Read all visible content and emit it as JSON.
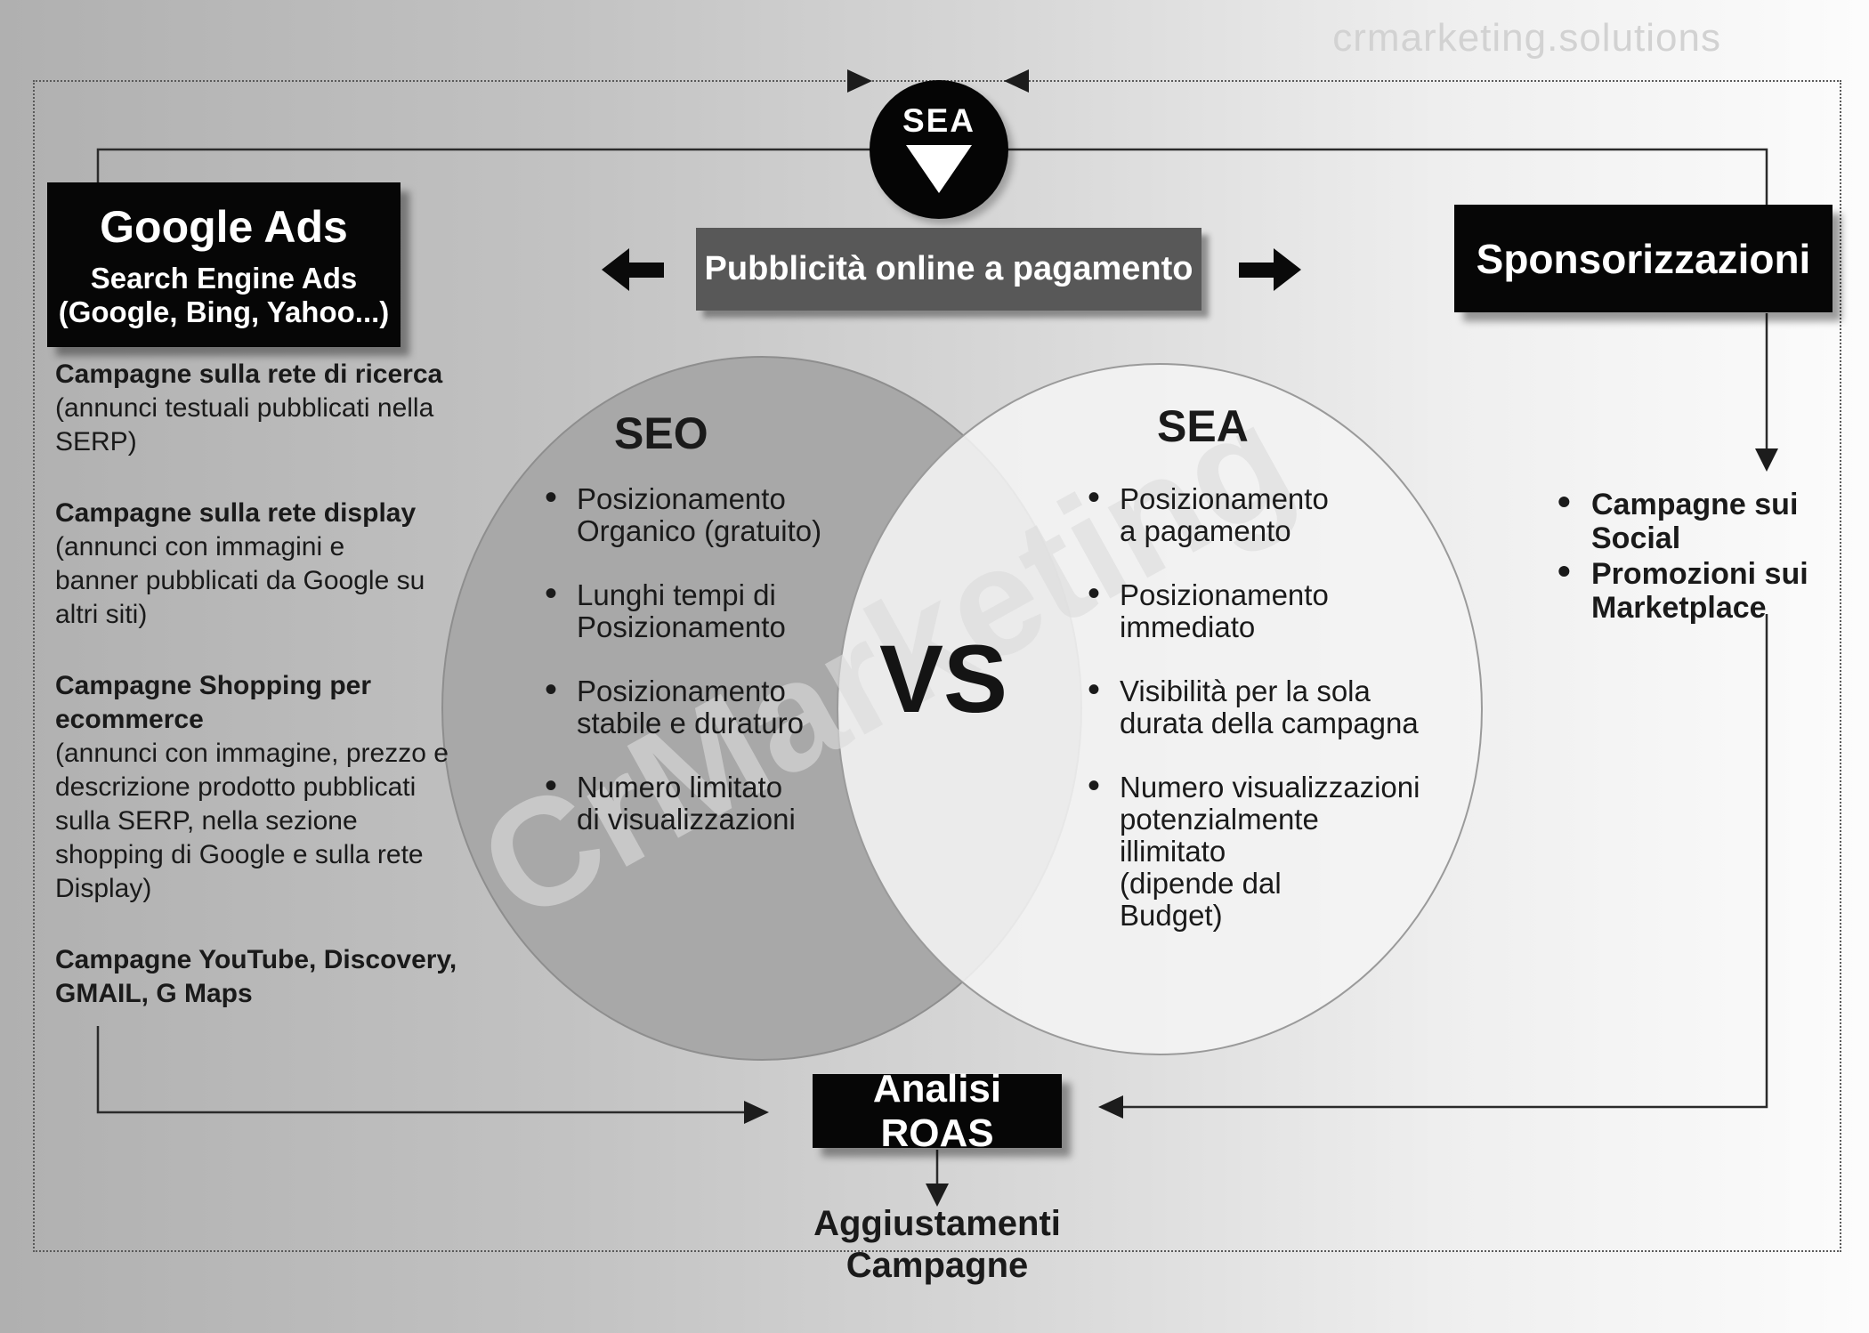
{
  "brand": {
    "watermark_diagonal": "CrMarketing",
    "watermark_site": "crmarketing.solutions"
  },
  "colors": {
    "box_black": "#060606",
    "box_dark_gray": "#585858",
    "circle_seo_fill": "#a8a8a8",
    "circle_sea_fill": "#f4f4f4",
    "background_left": "#b0b0b0",
    "background_right": "#fcfcfc",
    "watermark_gray": "#dbdbdb"
  },
  "top": {
    "sea_badge_label": "SEA",
    "paid_box_label": "Pubblicità online a pagamento"
  },
  "left_panel": {
    "title": "Google Ads",
    "subtitle_line1": "Search Engine Ads",
    "subtitle_line2": "(Google, Bing, Yahoo...)",
    "paragraphs": [
      {
        "bold": "Campagne sulla rete di ricerca",
        "normal": "(annunci testuali pubblicati nella\nSERP)"
      },
      {
        "bold": "Campagne sulla rete display",
        "normal": "(annunci con immagini e\nbanner pubblicati da Google su\naltri siti)"
      },
      {
        "bold": "Campagne Shopping per\necommerce",
        "normal": "(annunci con immagine, prezzo e\ndescrizione prodotto pubblicati\nsulla SERP, nella sezione\nshopping di Google e sulla rete\nDisplay)"
      },
      {
        "bold": "Campagne  YouTube, Discovery,\nGMAIL, G Maps",
        "normal": ""
      }
    ]
  },
  "right_panel": {
    "title": "Sponsorizzazioni",
    "bullets": [
      "Campagne sui Social",
      "Promozioni sui\nMarketplace"
    ]
  },
  "venn": {
    "vs_label": "VS",
    "seo": {
      "title": "SEO",
      "items": [
        "Posizionamento\nOrganico (gratuito)",
        "Lunghi tempi di\nPosizionamento",
        "Posizionamento\nstabile e duraturo",
        "Numero limitato\ndi visualizzazioni"
      ]
    },
    "sea": {
      "title": "SEA",
      "items": [
        "Posizionamento\na pagamento",
        "Posizionamento\nimmediato",
        "Visibilità per la sola\ndurata della campagna",
        "Numero visualizzazioni\npotenzialmente\nillimitato\n(dipende dal\nBudget)"
      ]
    }
  },
  "bottom": {
    "roas_label": "Analisi ROAS",
    "adjustments_label": "Aggiustamenti\nCampagne"
  }
}
